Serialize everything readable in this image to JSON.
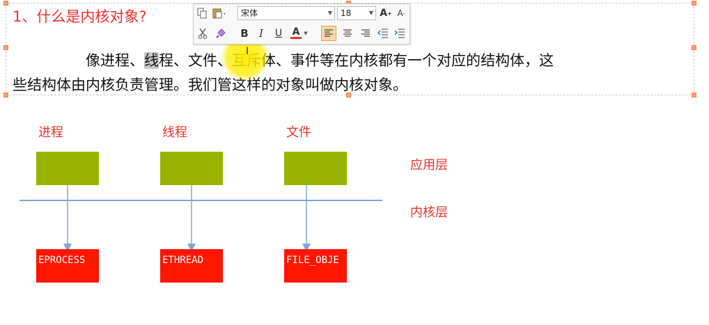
{
  "slide": {
    "title": "1、什么是内核对象?",
    "para1_before": "像进程、",
    "para1_selected": "线",
    "para1_after": "程、文件、互斥体、事件等在内核都有一个对应的结构体，这",
    "para2": "些结构体由内核负责管理。我们管这样的对象叫做内核对象。"
  },
  "toolbar": {
    "font_name": "宋体",
    "font_size": "18",
    "grow_font": "A",
    "shrink_font": "A",
    "bold": "B",
    "italic": "I",
    "underline": "U",
    "font_color": "A",
    "colors": {
      "font_color_bar": "#e8322d",
      "align_left_active": "#f7d7a6"
    }
  },
  "diagram": {
    "labels": [
      "进程",
      "线程",
      "文件"
    ],
    "layer_app": "应用层",
    "layer_kernel": "内核层",
    "kernel_objects": [
      "EPROCESS",
      "ETHREAD",
      "FILE_OBJE"
    ],
    "colors": {
      "label": "#e8322d",
      "app_box": "#99b400",
      "kernel_box": "#ff1500",
      "line": "#7ea6d6"
    }
  }
}
